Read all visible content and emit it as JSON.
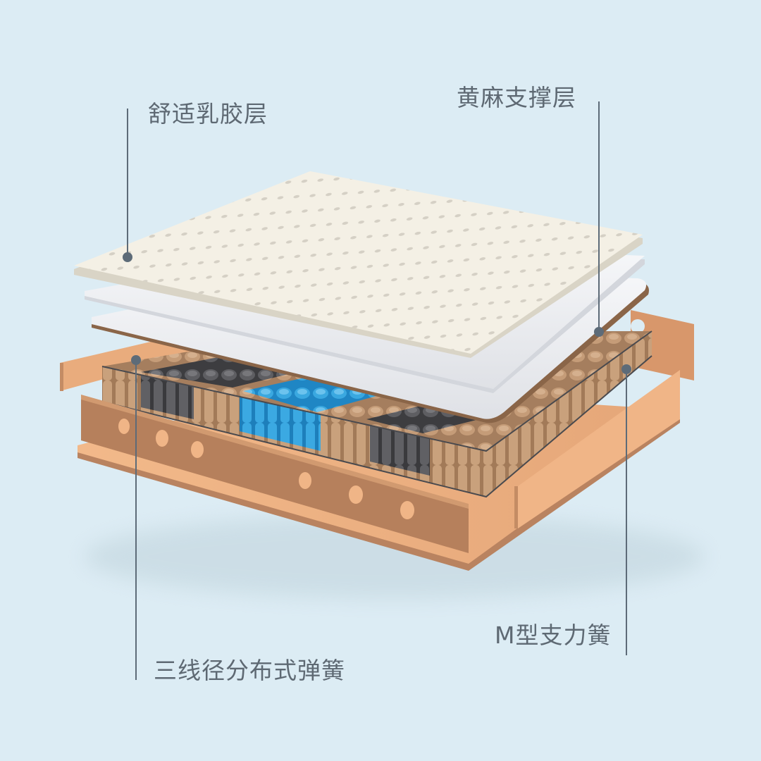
{
  "background_color": "#dcecf4",
  "labels": {
    "latex_layer": "舒适乳胶层",
    "jute_layer": "黄麻支撑层",
    "m_spring": "M型支力簧",
    "three_gauge_springs": "三线径分布式弹簧"
  },
  "layers": [
    {
      "name": "comfort-latex",
      "color": "#f3efe4"
    },
    {
      "name": "white-felt-1",
      "color": "#f4f5f7"
    },
    {
      "name": "white-felt-2-jute",
      "color": "#eef0f3",
      "edge_color": "#8a6548"
    },
    {
      "name": "pocket-springs",
      "colors": [
        "#b89070",
        "#5b5b5e",
        "#3aa8e0"
      ]
    },
    {
      "name": "frame-boards",
      "color": "#e8ab7c",
      "dark_color": "#b98360"
    }
  ],
  "callout_color": "#5d6b78"
}
